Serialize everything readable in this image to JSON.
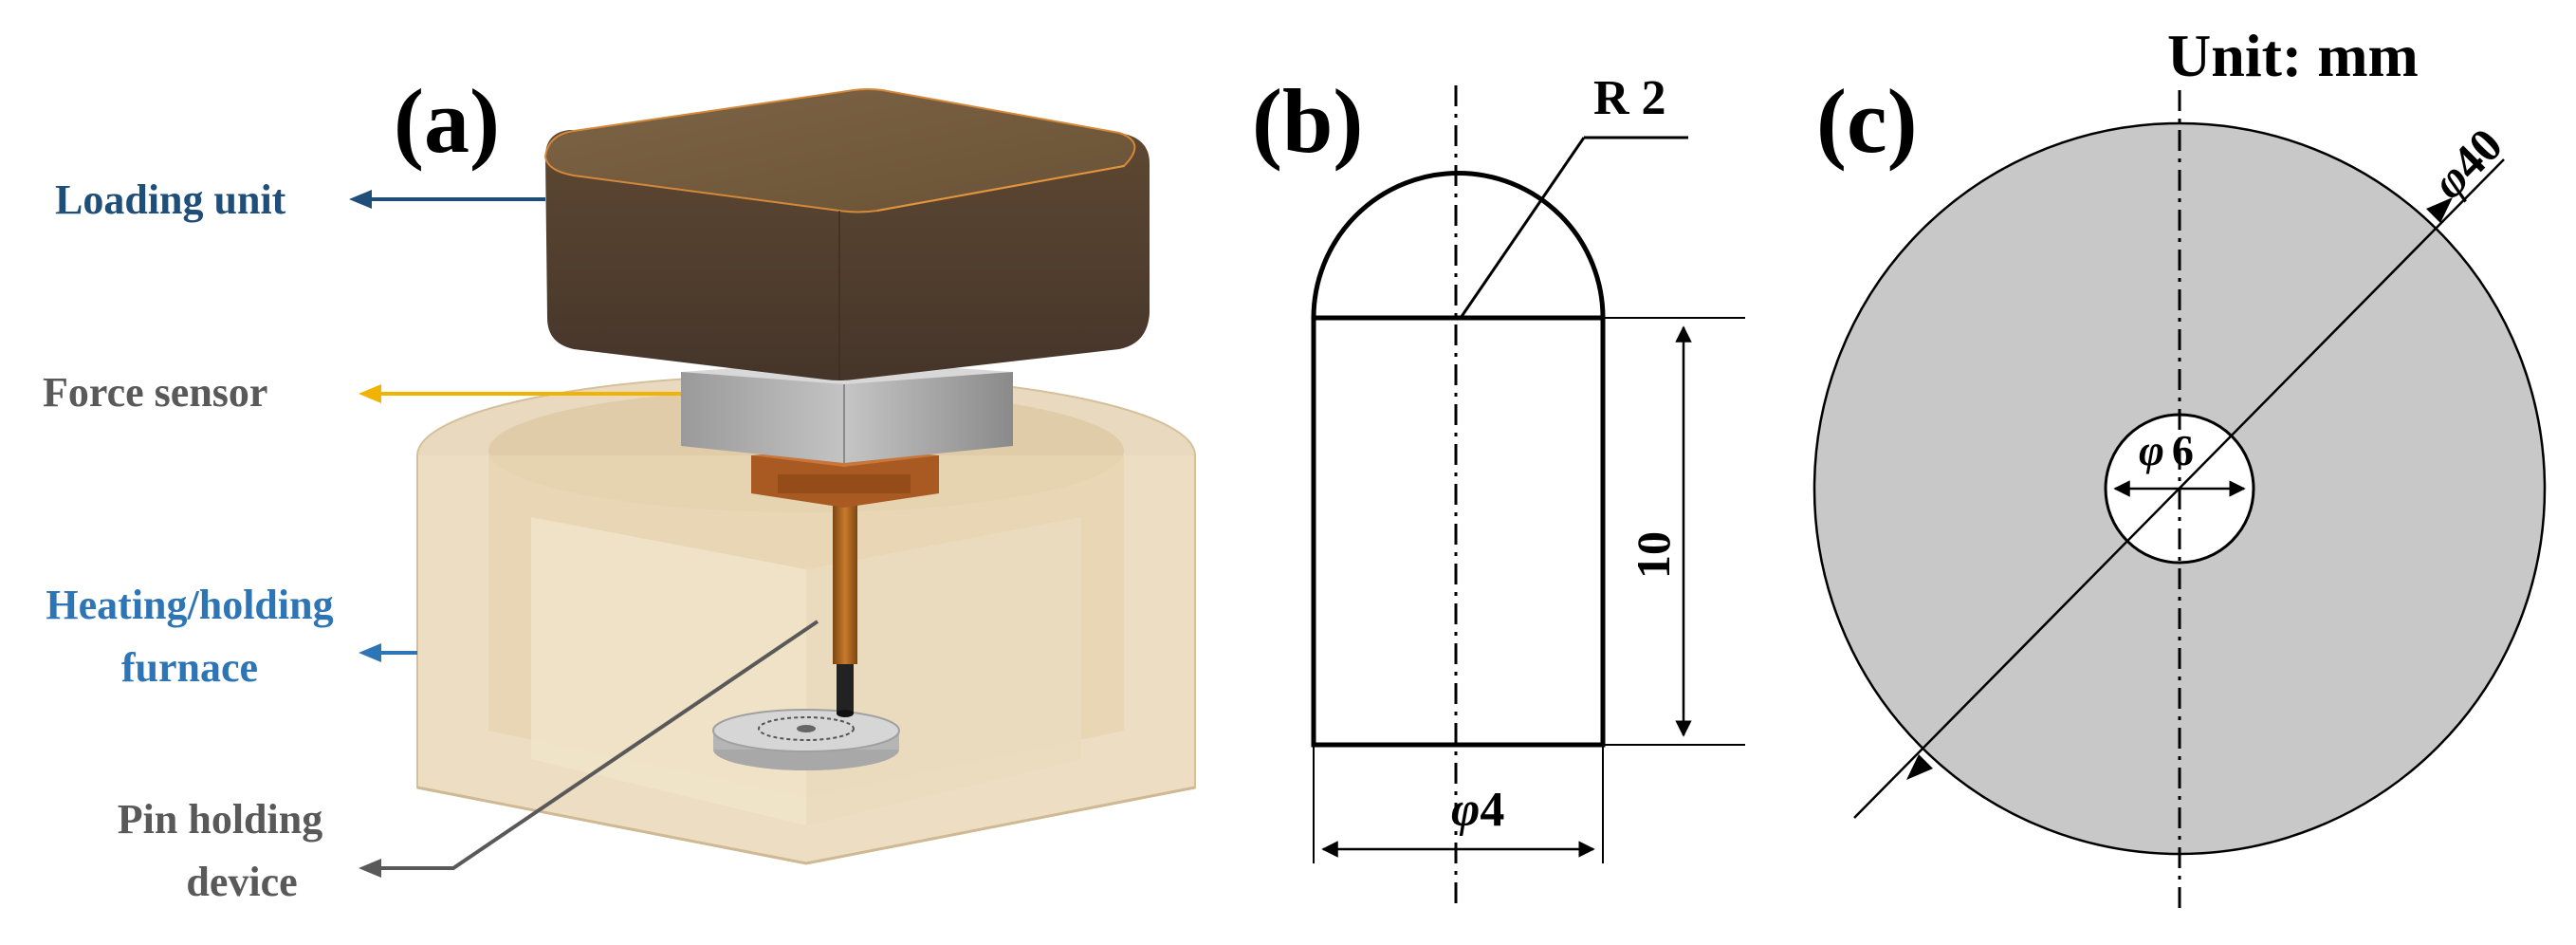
{
  "panel_a": {
    "label": "(a)",
    "callouts": {
      "loading_unit": "Loading unit",
      "force_sensor": "Force sensor",
      "heating_line1": "Heating/holding",
      "heating_line2": "furnace",
      "pin_line1": "Pin holding",
      "pin_line2": "device"
    }
  },
  "panel_b": {
    "label": "(b)",
    "radius_label": "R 2",
    "height_label": "10",
    "diameter_label": "4"
  },
  "panel_c": {
    "label": "(c)",
    "unit_label": "Unit: mm",
    "outer_diameter_label": "40",
    "inner_diameter_label": "6"
  },
  "colors": {
    "loading_unit_text": "#1f4e79",
    "heating_text": "#2e75b6",
    "force_arrow": "#f0b400",
    "gray_text": "#595959",
    "box_brown": "#6b5236",
    "disk_gray": "#c8c8c8"
  },
  "icons": {
    "diameter_symbol": "phi-symbol",
    "arrow": "arrow-left"
  }
}
